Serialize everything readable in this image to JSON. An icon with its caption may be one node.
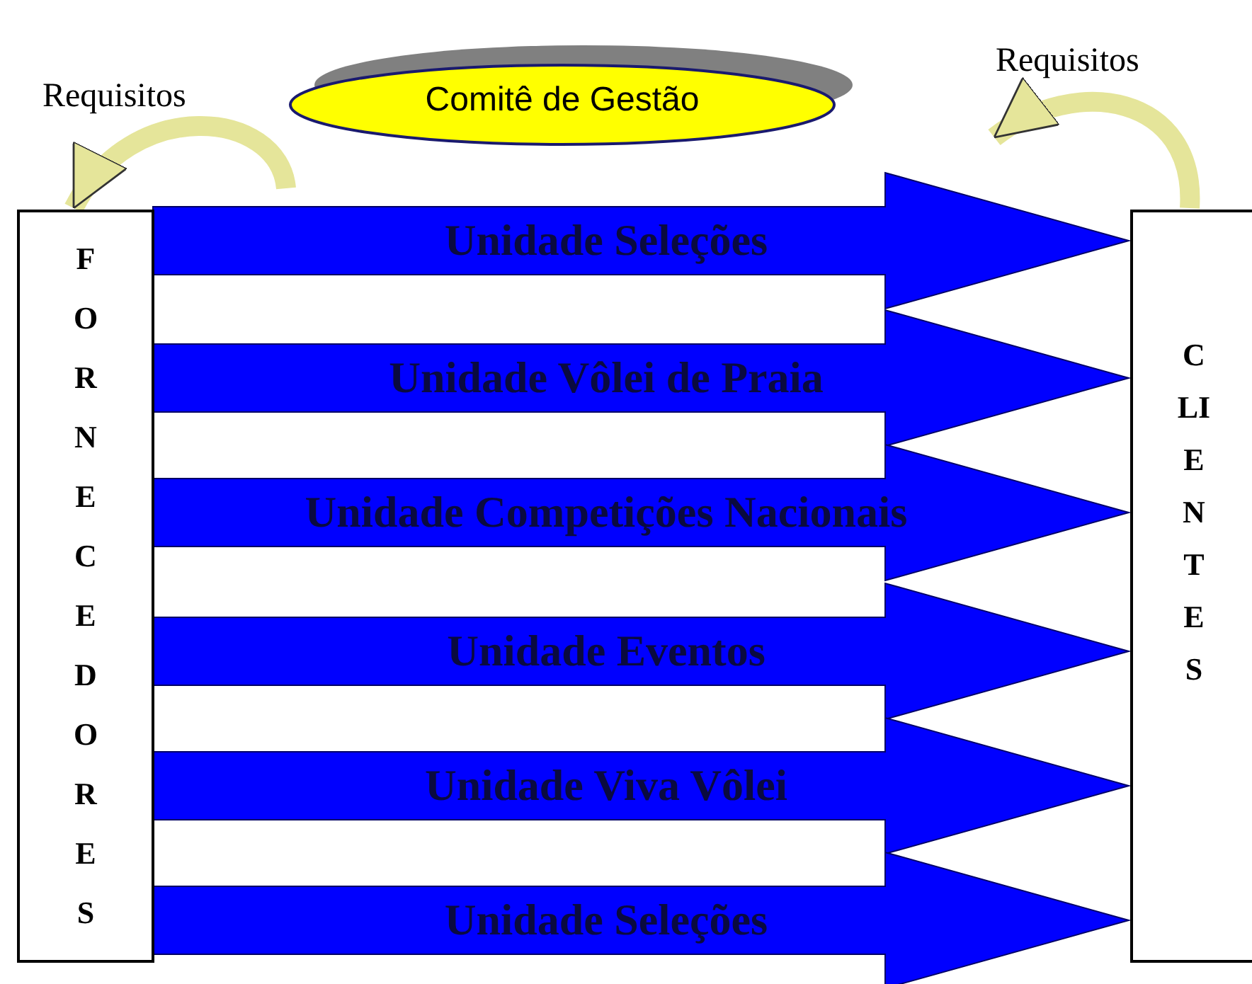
{
  "diagram": {
    "nodes": [
      {
        "text": [
          "FORNECEDORES"
        ]
      },
      {
        "text": [
          "CLIENTES"
        ]
      },
      {
        "text": [
          "Comitê de Gestão"
        ]
      }
    ],
    "edges": [
      {
        "from": null,
        "to": 0,
        "arrow": "to",
        "label": "Requisitos"
      },
      {
        "from": 1,
        "to": null,
        "arrow": "to",
        "label": "Requisitos"
      },
      {
        "from": 0,
        "to": 1,
        "arrow": "to",
        "label": "Unidade Seleções",
        "style": "thick"
      },
      {
        "from": 0,
        "to": 1,
        "arrow": "to",
        "label": "Unidade Vôlei de Praia",
        "style": "thick"
      },
      {
        "from": 0,
        "to": 1,
        "arrow": "to",
        "label": "Unidade Competições Nacionais",
        "style": "thick"
      },
      {
        "from": 0,
        "to": 1,
        "arrow": "to",
        "label": "Unidade Eventos",
        "style": "thick"
      },
      {
        "from": 0,
        "to": 1,
        "arrow": "to",
        "label": "Unidade Viva Vôlei",
        "style": "thick"
      },
      {
        "from": 0,
        "to": 1,
        "arrow": "to",
        "label": "Unidade Seleções",
        "style": "thick"
      }
    ]
  }
}
